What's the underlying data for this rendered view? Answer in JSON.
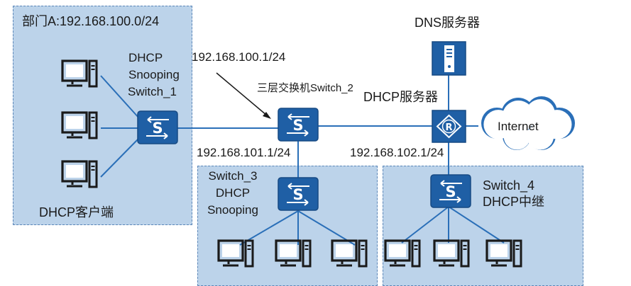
{
  "labels": {
    "dept_a_subnet": "部门A:192.168.100.0/24",
    "dns_server": "DNS服务器",
    "switch1_line1": "DHCP",
    "switch1_line2": "Snooping",
    "switch1_line3": "Switch_1",
    "gw_100": "192.168.100.1/24",
    "l3_switch": "三层交换机Switch_2",
    "dhcp_server": "DHCP服务器",
    "internet": "Internet",
    "gw_101": "192.168.101.1/24",
    "gw_102": "192.168.102.1/24",
    "switch3_line1": "Switch_3",
    "switch3_line2": "DHCP",
    "switch3_line3": "Snooping",
    "switch4_line1": "Switch_4",
    "switch4_line2": "DHCP中继",
    "dhcp_client": "DHCP客户端"
  },
  "colors": {
    "zone_fill": "#bcd3ea",
    "zone_border": "#5b86b8",
    "device_blue": "#1f5fa5",
    "link_blue": "#2a6fb8"
  },
  "icons": {
    "switch": "switch-icon",
    "router": "router-icon",
    "server": "server-icon",
    "pc": "pc-icon",
    "cloud": "cloud-icon"
  }
}
